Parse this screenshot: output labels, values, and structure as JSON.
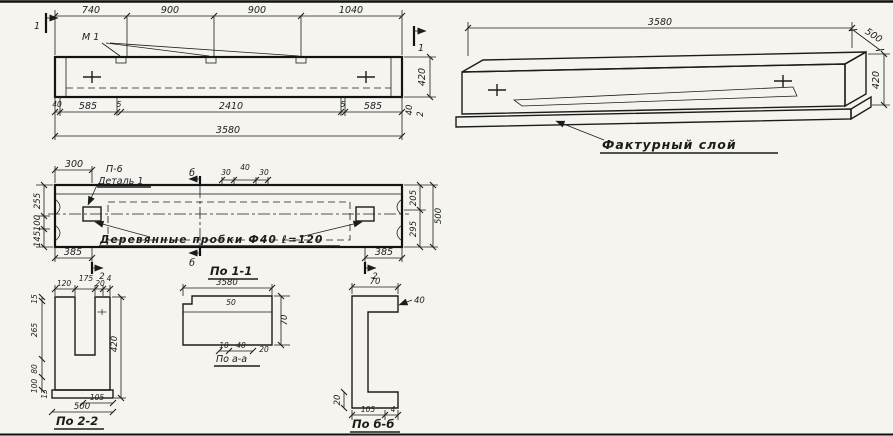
{
  "sheet": {
    "background": "#f5f4ef",
    "ink": "#1c1c1c"
  },
  "plan_view": {
    "cut_left": "1",
    "cut_right": "1",
    "mark": "М 1",
    "dims_top": [
      "740",
      "900",
      "900",
      "1040"
    ],
    "dim_height": "420",
    "dim_edge": "40",
    "dim_layer": "2",
    "dims_bottom": [
      "40",
      "585",
      "5",
      "2410",
      "5",
      "585"
    ],
    "dim_total": "3580"
  },
  "iso_view": {
    "dim_length": "3580",
    "dim_width": "500",
    "dim_height": "420",
    "callout": "Фактурный слой"
  },
  "underside_view": {
    "ref": "П-6",
    "detail": "Деталь 1",
    "dim_300": "300",
    "dims_top_small": [
      "30",
      "40",
      "30"
    ],
    "cut_top": "б",
    "cut_bottom": "б",
    "note": "Деревянные пробки Ф40 ℓ=120",
    "dim_385_left": "385",
    "dim_385_right": "385",
    "cut2_left": "2",
    "cut2_right": "2",
    "dims_left": [
      "255",
      "100",
      "145"
    ],
    "dims_right": [
      "205",
      "295"
    ],
    "dim_width": "500"
  },
  "section_2_2": {
    "title": "По 2-2",
    "dims_top": [
      "120",
      "175",
      "20",
      "4"
    ],
    "dims_left": [
      "15",
      "265",
      "80",
      "100"
    ],
    "dim_height": "420",
    "dim_13": "13",
    "dim_105": "105",
    "dim_width": "500"
  },
  "section_1_1": {
    "title": "По 1-1",
    "dim_length": "3580",
    "dim_50": "50",
    "dim_70": "70",
    "dim_10": "10",
    "dim_40": "40",
    "dim_20": "20",
    "subtitle": "По а-а"
  },
  "section_b_b": {
    "title": "По б-б",
    "dim_70": "70",
    "dim_40": "40",
    "dim_20": "20",
    "dim_105": "105",
    "dim_4": "4"
  }
}
